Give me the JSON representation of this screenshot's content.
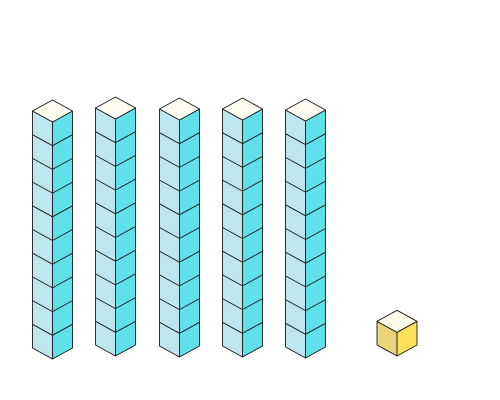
{
  "diagram": {
    "type": "base-ten-blocks",
    "rods": {
      "count": 5,
      "cubes_per_rod": 10
    },
    "unit_cubes": {
      "count": 1
    },
    "colors": {
      "rod_front": "#bde6ee",
      "rod_side": "#5fe0ea",
      "rod_top": "#fffdf2",
      "unit_front": "#ead47a",
      "unit_side": "#ffe05a",
      "unit_top": "#fffbec",
      "outline": "#1a1a1a"
    }
  }
}
